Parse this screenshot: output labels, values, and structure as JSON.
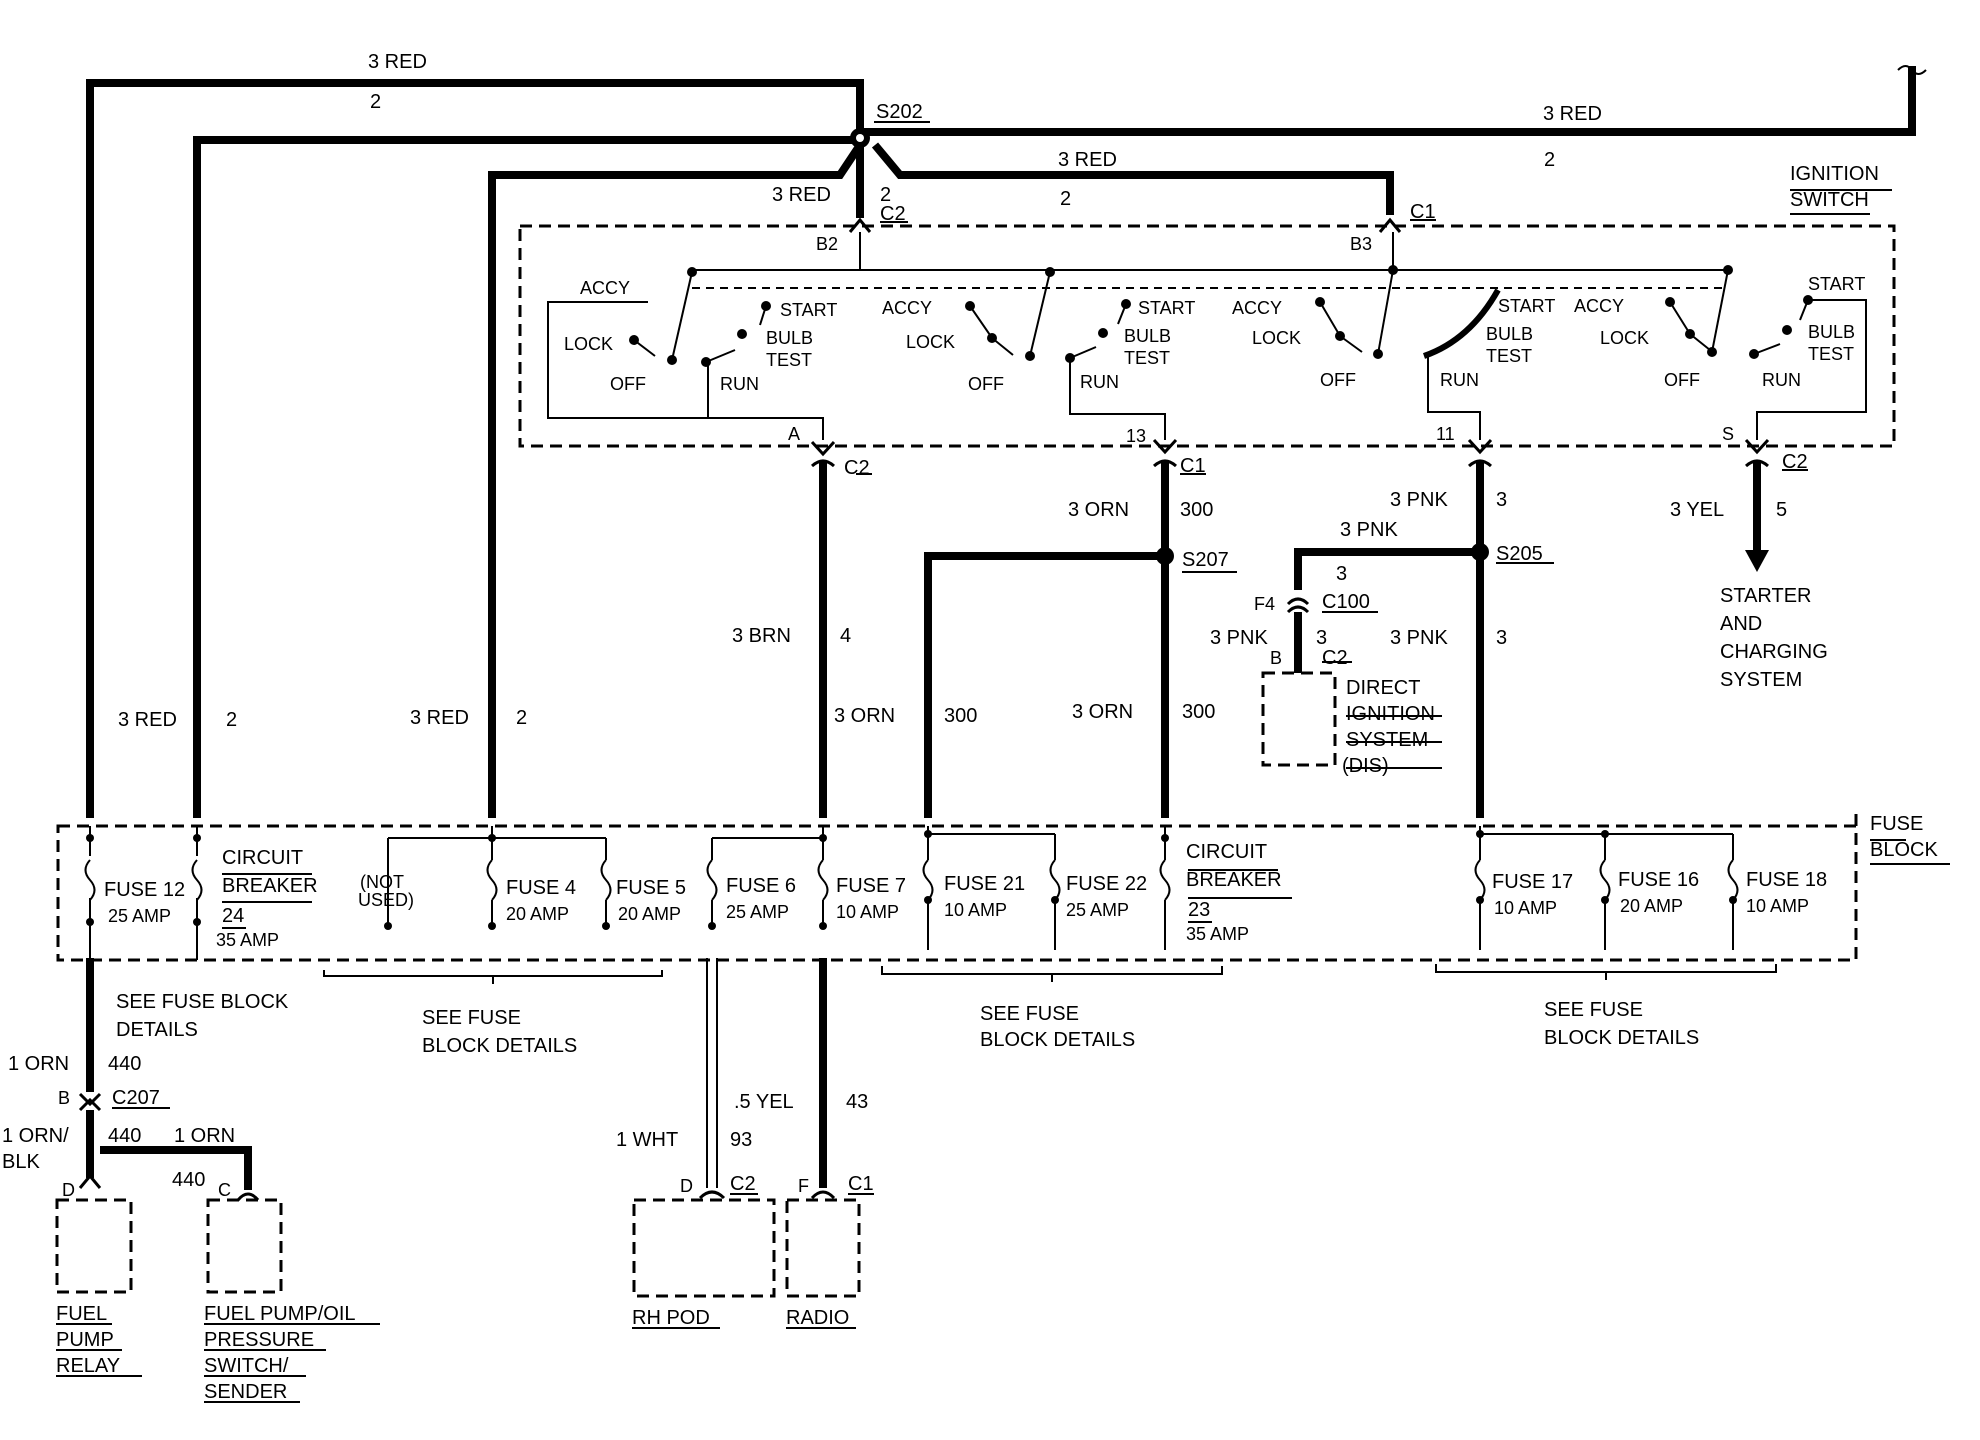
{
  "splices": {
    "s202": "S202",
    "s207": "S207",
    "s205": "S205"
  },
  "connectors": {
    "c2": "C2",
    "c1": "C1",
    "c100": "C100",
    "c207": "C207",
    "pin_b2": "B2",
    "pin_b3": "B3",
    "pin_a": "A",
    "pin_13": "13",
    "pin_11": "11",
    "pin_s": "S",
    "pin_f4": "F4",
    "pin_b": "B",
    "pin_d": "D",
    "pin_c": "C",
    "pin_f": "F"
  },
  "wire_labels": {
    "red3": "3 RED",
    "ckt2": "2",
    "orn3": "3 ORN",
    "ckt300": "300",
    "brn3": "3 BRN",
    "ckt4": "4",
    "pnk3": "3 PNK",
    "ckt3": "3",
    "yel3": "3 YEL",
    "ckt5": "5",
    "orn1": "1 ORN",
    "ckt440": "440",
    "ornblk1_a": "1 ORN/",
    "ornblk1_b": "BLK",
    "wht1": "1 WHT",
    "ckt93": "93",
    "yel05": ".5 YEL",
    "ckt43": "43"
  },
  "ignition_switch": {
    "title_1": "IGNITION",
    "title_2": "SWITCH",
    "positions": {
      "accy": "ACCY",
      "lock": "LOCK",
      "off": "OFF",
      "run": "RUN",
      "start": "START",
      "bulb": "BULB",
      "test": "TEST"
    }
  },
  "fuse_block": {
    "title_1": "FUSE",
    "title_2": "BLOCK",
    "fuse12": {
      "name": "FUSE 12",
      "rating": "25 AMP"
    },
    "cb24": {
      "l1": "CIRCUIT",
      "l2": "BREAKER",
      "num": "24",
      "rating": "35 AMP"
    },
    "not_used_1": "(NOT",
    "not_used_2": "USED)",
    "fuse4": {
      "name": "FUSE 4",
      "rating": "20 AMP"
    },
    "fuse5": {
      "name": "FUSE 5",
      "rating": "20 AMP"
    },
    "fuse6": {
      "name": "FUSE 6",
      "rating": "25 AMP"
    },
    "fuse7": {
      "name": "FUSE 7",
      "rating": "10 AMP"
    },
    "fuse21": {
      "name": "FUSE 21",
      "rating": "10 AMP"
    },
    "fuse22": {
      "name": "FUSE 22",
      "rating": "25 AMP"
    },
    "cb23": {
      "l1": "CIRCUIT",
      "l2": "BREAKER",
      "num": "23",
      "rating": "35 AMP"
    },
    "fuse17": {
      "name": "FUSE 17",
      "rating": "10 AMP"
    },
    "fuse16": {
      "name": "FUSE 16",
      "rating": "20 AMP"
    },
    "fuse18": {
      "name": "FUSE 18",
      "rating": "10 AMP"
    }
  },
  "notes": {
    "see_fuse_1": "SEE FUSE  BLOCK",
    "details": "DETAILS",
    "see_fuse": "SEE FUSE",
    "block_details": "BLOCK DETAILS"
  },
  "components": {
    "dis_1": "DIRECT",
    "dis_2": "IGNITION",
    "dis_3": "SYSTEM",
    "dis_4": "(DIS)",
    "starter_1": "STARTER",
    "starter_2": "AND",
    "starter_3": "CHARGING",
    "starter_4": "SYSTEM",
    "fuel_relay_1": "FUEL",
    "fuel_relay_2": "PUMP",
    "fuel_relay_3": "RELAY",
    "fuel_switch_1": "FUEL PUMP/OIL",
    "fuel_switch_2": "PRESSURE",
    "fuel_switch_3": "SWITCH/",
    "fuel_switch_4": "SENDER",
    "rh_pod": "RH POD",
    "radio": "RADIO"
  }
}
